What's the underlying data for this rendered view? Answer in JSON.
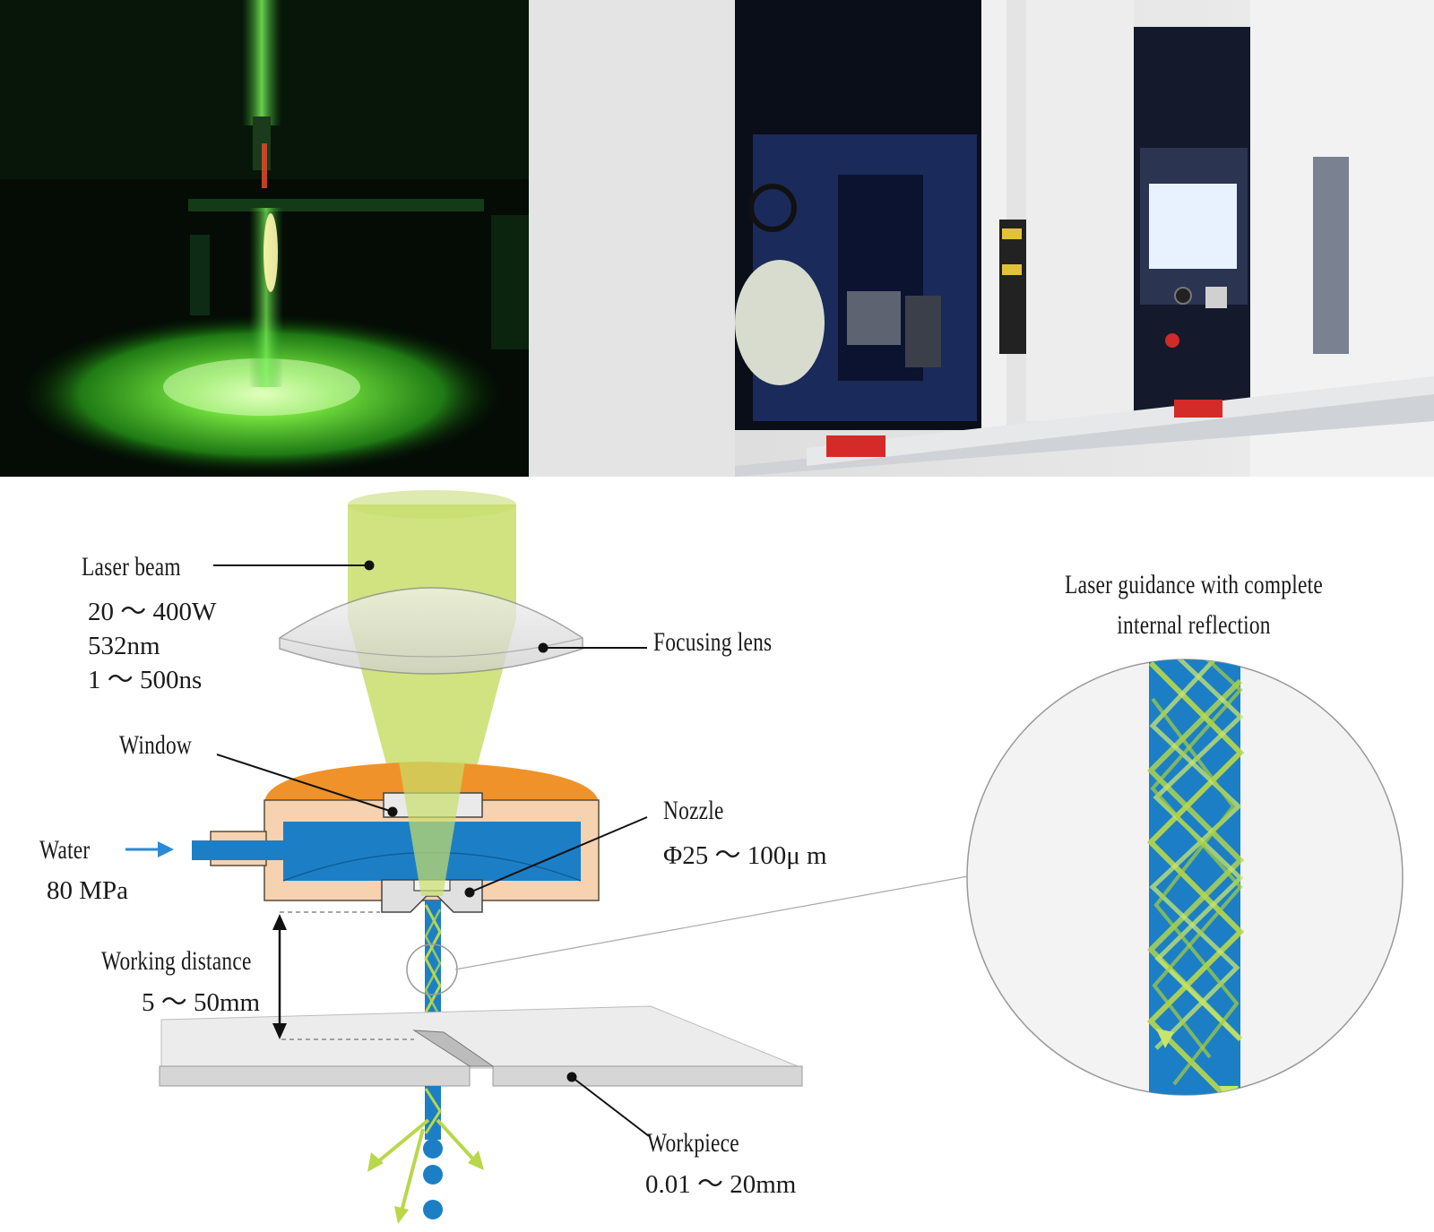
{
  "labels": {
    "laser_beam": "Laser beam",
    "laser_specs": [
      "20 ～ 400W",
      "532nm",
      "1 ～ 500ns"
    ],
    "focusing_lens": "Focusing lens",
    "window": "Window",
    "nozzle": "Nozzle",
    "nozzle_spec": "Φ25 ～ 100μ m",
    "water": "Water",
    "water_spec": "80  MPa",
    "working_distance": "Working distance",
    "working_distance_spec": "5 ～ 50mm",
    "workpiece": "Workpiece",
    "workpiece_spec": "0.01 ～ 20mm",
    "guidance_title": [
      "Laser guidance with complete",
      "internal reflection"
    ]
  },
  "colors": {
    "laser": "#c8de6a",
    "laser_bright": "#b8d84a",
    "water": "#1c7fc6",
    "housing": "#f6d2b0",
    "housing_top": "#f0922a",
    "lens": "#e2e2e2",
    "workpiece": "#e8e8e8"
  }
}
